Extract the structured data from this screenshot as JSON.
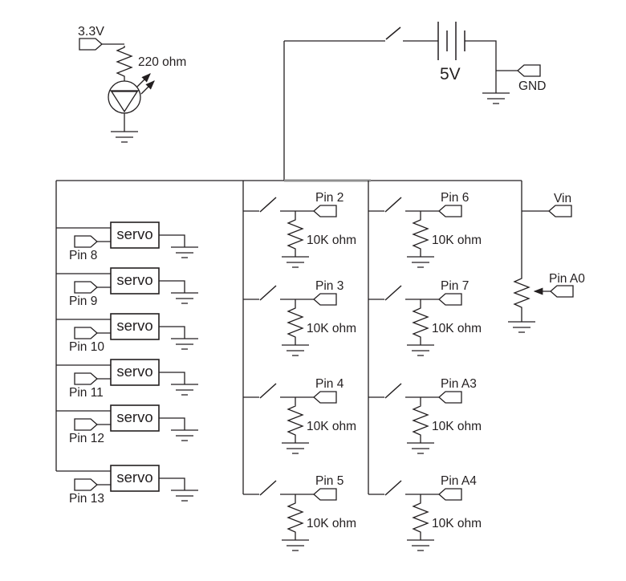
{
  "diagram": {
    "led_branch": {
      "supply_label": "3.3V",
      "resistor_label": "220 ohm"
    },
    "power": {
      "battery_label": "5V",
      "ground_label": "GND"
    },
    "right_rail": {
      "vin_label": "Vin",
      "pot_label": "Pin A0"
    },
    "servos": [
      {
        "pin_label": "Pin 8",
        "box_label": "servo"
      },
      {
        "pin_label": "Pin 9",
        "box_label": "servo"
      },
      {
        "pin_label": "Pin 10",
        "box_label": "servo"
      },
      {
        "pin_label": "Pin 11",
        "box_label": "servo"
      },
      {
        "pin_label": "Pin 12",
        "box_label": "servo"
      },
      {
        "pin_label": "Pin 13",
        "box_label": "servo"
      }
    ],
    "button_column_1": [
      {
        "pin_label": "Pin 2",
        "resistor_label": "10K ohm"
      },
      {
        "pin_label": "Pin 3",
        "resistor_label": "10K ohm"
      },
      {
        "pin_label": "Pin 4",
        "resistor_label": "10K ohm"
      },
      {
        "pin_label": "Pin 5",
        "resistor_label": "10K ohm"
      }
    ],
    "button_column_2": [
      {
        "pin_label": "Pin 6",
        "resistor_label": "10K ohm"
      },
      {
        "pin_label": "Pin 7",
        "resistor_label": "10K ohm"
      },
      {
        "pin_label": "Pin A3",
        "resistor_label": "10K ohm"
      },
      {
        "pin_label": "Pin A4",
        "resistor_label": "10K ohm"
      }
    ],
    "colors": {
      "line": "#231f20",
      "gray_wire": "#8f8f8f"
    }
  }
}
